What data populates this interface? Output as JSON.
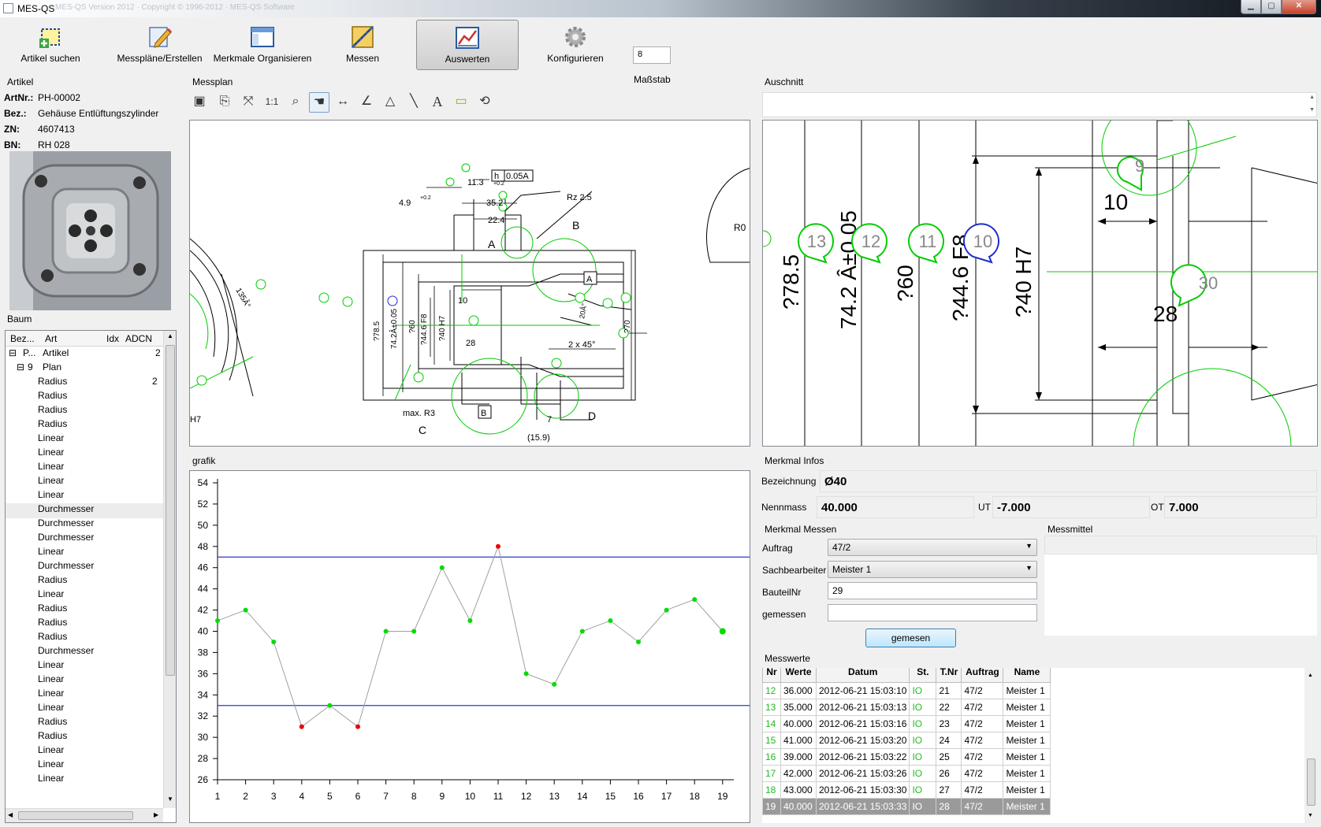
{
  "window": {
    "title": "MES-QS",
    "faded_caption": "MES-QS Version 2012 · Copyright © 1996-2012 · MES-QS Software"
  },
  "toolbar": {
    "buttons": [
      {
        "label": "Artikel suchen",
        "icon": "add-item-icon"
      },
      {
        "label": "Messpläne/Erstellen",
        "icon": "pencil-edit-icon"
      },
      {
        "label": "Merkmale Organisieren",
        "icon": "layout-icon"
      },
      {
        "label": "Messen",
        "icon": "ruler-icon"
      },
      {
        "label": "Auswerten",
        "icon": "chart-icon",
        "active": true
      },
      {
        "label": "Konfigurieren",
        "icon": "gear-icon"
      }
    ],
    "scale_value": "8",
    "scale_label": "Maßstab"
  },
  "artikel": {
    "section": "Artikel",
    "rows": [
      {
        "key": "ArtNr.:",
        "value": "PH-00002"
      },
      {
        "key": "Bez.:",
        "value": "Gehäuse Entlüftungszylinder"
      },
      {
        "key": "ZN:",
        "value": "4607413"
      },
      {
        "key": "BN:",
        "value": "RH 028"
      }
    ]
  },
  "baum": {
    "section": "Baum",
    "columns": [
      "Bez...",
      "Art",
      "Idx",
      "ADCN"
    ],
    "root": {
      "expander": "⊟",
      "bez": "P...",
      "art": "Artikel",
      "extra": "2"
    },
    "plan": {
      "expander": "⊟",
      "bez": "9",
      "art": "Plan"
    },
    "items": [
      "Radius",
      "Radius",
      "Radius",
      "Radius",
      "Linear",
      "Linear",
      "Linear",
      "Linear",
      "Linear",
      "Durchmesser",
      "Durchmesser",
      "Durchmesser",
      "Linear",
      "Durchmesser",
      "Radius",
      "Linear",
      "Radius",
      "Radius",
      "Radius",
      "Durchmesser",
      "Linear",
      "Linear",
      "Linear",
      "Linear",
      "Radius",
      "Radius",
      "Linear",
      "Linear",
      "Linear"
    ],
    "selected_index": 9,
    "first_item_extra": "2"
  },
  "messplan": {
    "section": "Messplan",
    "tools": [
      "save-icon",
      "zoom-page-icon",
      "fit-icon",
      "zoom-1to1-icon",
      "zoom-window-icon",
      "hand-pan-icon",
      "dimension-icon",
      "angle-icon",
      "triangle-icon",
      "line-icon",
      "text-icon",
      "rectangle-icon",
      "balloon-icon"
    ],
    "tool_glyphs": [
      "▣",
      "⎘",
      "⤧",
      "1:1",
      "⌕",
      "☚",
      "↔",
      "∠",
      "△",
      "╲",
      "A",
      "▭",
      "⟲"
    ],
    "active_tool": 5,
    "labels": {
      "dim_11_3": "11.3",
      "dim_h": "h",
      "dim_005A": "0.05A",
      "dim_rz": "Rz 2.5",
      "dim_49": "4.9",
      "dim_352": "35.2",
      "dim_224": "22.4",
      "dim_10": "10",
      "dim_28": "28",
      "dim_2x45": "2 x 45°",
      "dim_20": "20Â°",
      "dim_70": "?70",
      "dim_785": "?78.5",
      "dim_742": "74.2Â±0.05",
      "dim_60": "?60",
      "dim_446": "?44.6 F8",
      "dim_40": "?40 H7",
      "dim_135": "135Â°",
      "dim_maxr3": "max. R3",
      "dim_7": "7",
      "dim_159": "(15.9)",
      "dim_r0": "R0",
      "dim_h7": "H7",
      "letter_a": "A",
      "letter_b": "B",
      "letter_c": "C",
      "letter_d": "D",
      "box_a": "A",
      "box_b": "B",
      "plus02": "+0.2",
      "minus0": "-0"
    }
  },
  "auschnitt": {
    "section": "Auschnitt",
    "balloons": [
      "13",
      "12",
      "11",
      "10",
      "9",
      "30"
    ],
    "labels": {
      "d785": "?78.5",
      "d742": "74.2 Â±0.05",
      "d60": "?60",
      "d446": "?44.6 F8",
      "d40": "?40 H7",
      "v10": "10",
      "v28": "28"
    }
  },
  "grafik": {
    "section": "grafik"
  },
  "chart_data": {
    "type": "line",
    "x": [
      1,
      2,
      3,
      4,
      5,
      6,
      7,
      8,
      9,
      10,
      11,
      12,
      13,
      14,
      15,
      16,
      17,
      18,
      19
    ],
    "series": [
      {
        "values": [
          41,
          42,
          39,
          31,
          33,
          31,
          40,
          40,
          46,
          41,
          48,
          36,
          35,
          40,
          41,
          39,
          42,
          43,
          40
        ]
      }
    ],
    "ylim": [
      26,
      54
    ],
    "yticks": [
      26,
      28,
      30,
      32,
      34,
      36,
      38,
      40,
      42,
      44,
      46,
      48,
      50,
      52,
      54
    ],
    "limit_lines": [
      47,
      33
    ],
    "colors": {
      "in_tolerance": "#00dd00",
      "out_of_tolerance": "#ee0000",
      "limit": "#2a3cc8",
      "line": "#a0a0a0"
    }
  },
  "merkmal_infos": {
    "section": "Merkmal Infos",
    "bezeichnung_label": "Bezeichnung",
    "bezeichnung": "Ø40",
    "nennmass_label": "Nennmass",
    "nennmass": "40.000",
    "ut_label": "UT",
    "ut": "-7.000",
    "ot_label": "OT",
    "ot": "7.000"
  },
  "merkmal_messen": {
    "section": "Merkmal Messen",
    "auftrag_label": "Auftrag",
    "auftrag": "47/2",
    "sachbearbeiter_label": "Sachbearbeiter",
    "sachbearbeiter": "Meister 1",
    "bauteilnr_label": "BauteilNr",
    "bauteilnr": "29",
    "gemessen_label": "gemessen",
    "gemessen_value": "",
    "button": "gemesen"
  },
  "messmittel": {
    "section": "Messmittel"
  },
  "messwerte": {
    "section": "Messwerte",
    "columns": [
      "Nr",
      "Werte",
      "Datum",
      "St.",
      "T.Nr",
      "Auftrag",
      "Name"
    ],
    "rows": [
      [
        "12",
        "36.000",
        "2012-06-21 15:03:10",
        "IO",
        "21",
        "47/2",
        "Meister 1"
      ],
      [
        "13",
        "35.000",
        "2012-06-21 15:03:13",
        "IO",
        "22",
        "47/2",
        "Meister 1"
      ],
      [
        "14",
        "40.000",
        "2012-06-21 15:03:16",
        "IO",
        "23",
        "47/2",
        "Meister 1"
      ],
      [
        "15",
        "41.000",
        "2012-06-21 15:03:20",
        "IO",
        "24",
        "47/2",
        "Meister 1"
      ],
      [
        "16",
        "39.000",
        "2012-06-21 15:03:22",
        "IO",
        "25",
        "47/2",
        "Meister 1"
      ],
      [
        "17",
        "42.000",
        "2012-06-21 15:03:26",
        "IO",
        "26",
        "47/2",
        "Meister 1"
      ],
      [
        "18",
        "43.000",
        "2012-06-21 15:03:30",
        "IO",
        "27",
        "47/2",
        "Meister 1"
      ],
      [
        "19",
        "40.000",
        "2012-06-21 15:03:33",
        "IO",
        "28",
        "47/2",
        "Meister 1"
      ]
    ],
    "selected_row": 7
  }
}
